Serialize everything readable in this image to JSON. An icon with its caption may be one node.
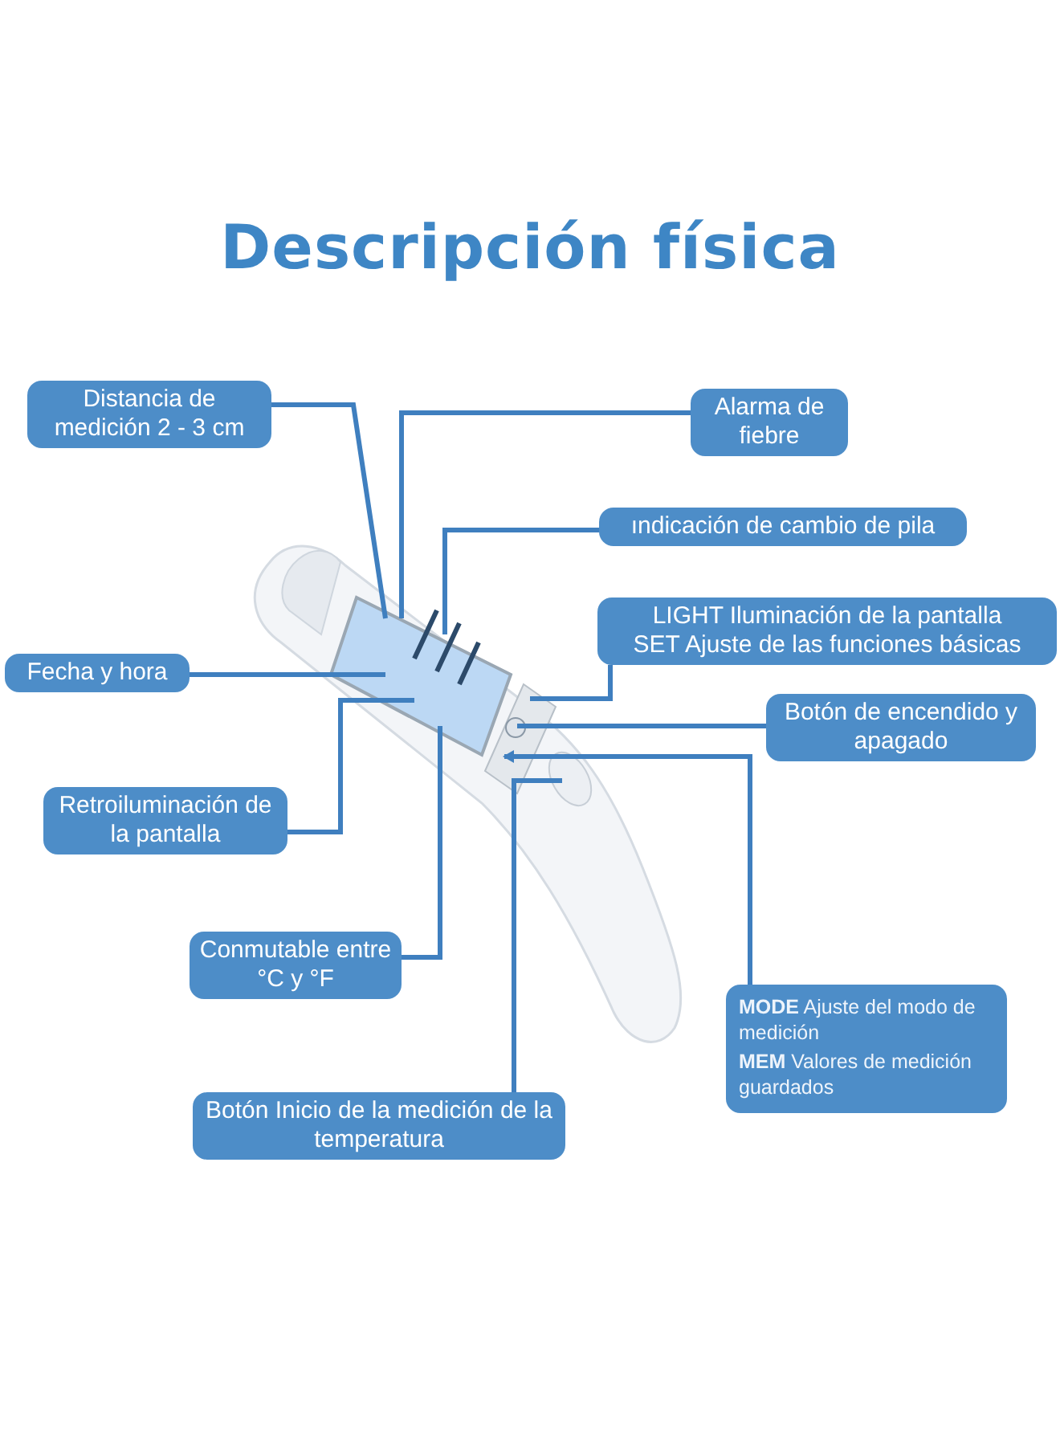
{
  "diagram": {
    "title": "Descripción física",
    "nodes": [
      {
        "text": [
          "Distancia de medición 2 - 3 cm"
        ]
      },
      {
        "text": [
          "Alarma de fiebre"
        ]
      },
      {
        "text": [
          "ındicación de cambio de pila"
        ]
      },
      {
        "text": [
          "LIGHT Iluminación de la pantalla",
          "SET Ajuste de las funciones básicas"
        ]
      },
      {
        "text": [
          "Fecha y hora"
        ]
      },
      {
        "text": [
          "Botón de encendido y apagado"
        ]
      },
      {
        "text": [
          "Retroiluminación de la pantalla"
        ]
      },
      {
        "text": [
          "Conmutable entre °C y °F"
        ]
      },
      {
        "text": [
          "**MODE** Ajuste del modo de medición",
          "**MEM** Valores de medición guardados"
        ]
      },
      {
        "text": [
          "Botón Inicio de la medición de la temperatura"
        ]
      }
    ],
    "edges": [
      {
        "from": 0,
        "to": null,
        "arrow": "none"
      },
      {
        "from": 1,
        "to": null,
        "arrow": "none"
      },
      {
        "from": 2,
        "to": null,
        "arrow": "none"
      },
      {
        "from": 3,
        "to": null,
        "arrow": "none"
      },
      {
        "from": 4,
        "to": null,
        "arrow": "none"
      },
      {
        "from": 5,
        "to": null,
        "arrow": "none"
      },
      {
        "from": 6,
        "to": null,
        "arrow": "none"
      },
      {
        "from": 7,
        "to": null,
        "arrow": "none"
      },
      {
        "from": 8,
        "to": null,
        "arrow": "to"
      },
      {
        "from": 9,
        "to": null,
        "arrow": "none"
      }
    ]
  }
}
